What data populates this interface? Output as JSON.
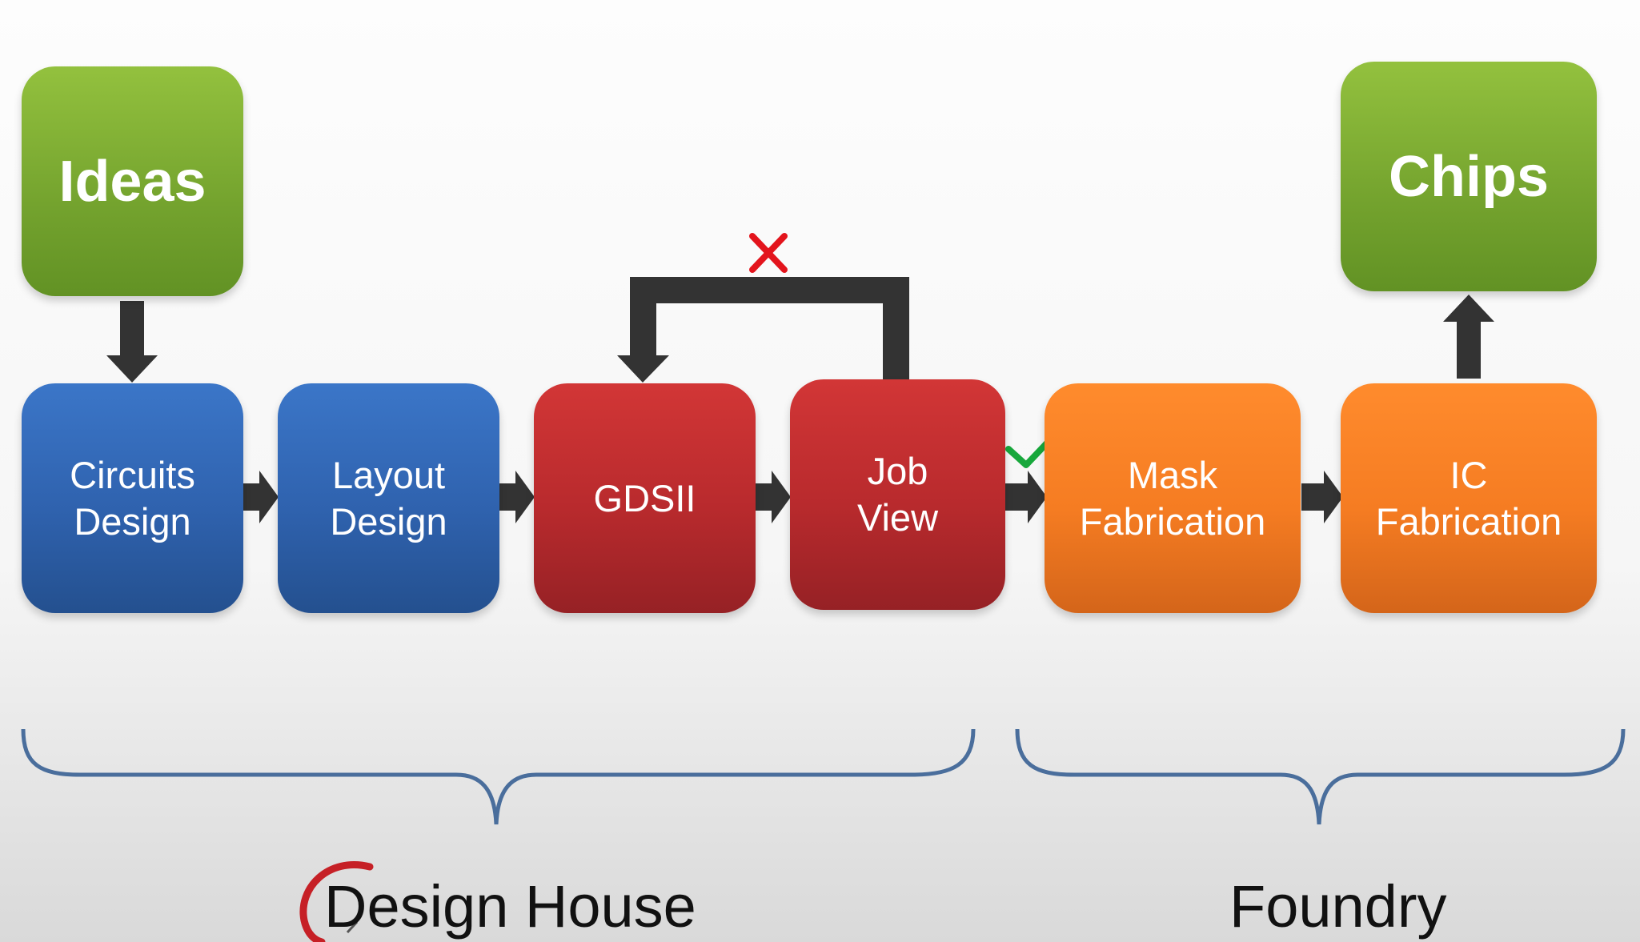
{
  "colors": {
    "idea_green": "#7bae31",
    "design_blue": "#2f62ae",
    "gds_red": "#b82a2d",
    "fab_orange": "#f57c22",
    "arrow_dark": "#333333",
    "brace_blue": "#4a6e9c",
    "reject_red": "#e3141c",
    "accept_green": "#18a83c"
  },
  "nodes": {
    "ideas": "Ideas",
    "chips": "Chips",
    "circuits_design": "Circuits\nDesign",
    "layout_design": "Layout\nDesign",
    "gdsii": "GDSII",
    "job_view": "Job\nView",
    "mask_fabrication": "Mask\nFabrication",
    "ic_fabrication": "IC\nFabrication"
  },
  "groups": {
    "design_house": "Design House",
    "foundry": "Foundry"
  },
  "icons": {
    "reject": "cross-icon",
    "accept": "check-icon",
    "logo": "logo-arc-icon"
  }
}
